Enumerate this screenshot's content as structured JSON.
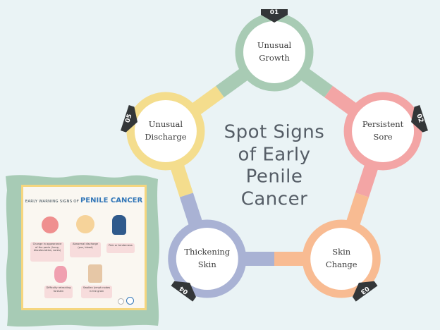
{
  "title_lines": [
    "Spot Signs",
    "of Early",
    "Penile",
    "Cancer"
  ],
  "nodes": [
    {
      "number": "01",
      "lines": [
        "Unusual",
        "Growth"
      ],
      "color": "#a8cbb4"
    },
    {
      "number": "02",
      "lines": [
        "Persistent",
        "Sore"
      ],
      "color": "#f3a5a5"
    },
    {
      "number": "03",
      "lines": [
        "Skin",
        "Change"
      ],
      "color": "#f8bb92"
    },
    {
      "number": "04",
      "lines": [
        "Thickening",
        "Skin"
      ],
      "color": "#a9b2d4"
    },
    {
      "number": "05",
      "lines": [
        "Unusual",
        "Discharge"
      ],
      "color": "#f4dd8d"
    }
  ],
  "poster": {
    "heading_small": "EARLY WARNING SIGNS OF",
    "heading_large": "PENILE CANCER",
    "items": [
      "Change in appearance of the penis (lump, discolouration, sores)",
      "Abnormal discharge (pus, blood)",
      "Pain or tenderness",
      "Difficulty retracting foreskin",
      "Swollen lymph nodes in the groin"
    ],
    "colors": {
      "frame": "#a7cbb5",
      "border": "#f5d67f",
      "accent": "#3377b8",
      "tile": "#f7dcdc"
    }
  },
  "badge_color": "#333638"
}
